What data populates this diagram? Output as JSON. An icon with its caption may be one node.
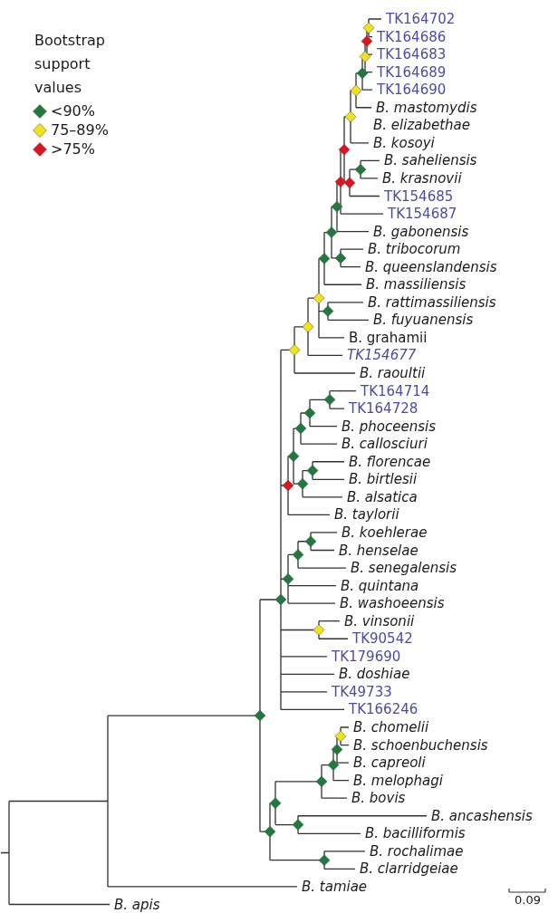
{
  "diagram": {
    "labels": [
      "Bootstrap support values",
      "TK164702",
      "TK164686",
      "TK164683",
      "TK164689",
      "TK164690",
      "B. mastomydis",
      "B. elizabethae",
      "B. kosoyi",
      "B. saheliensis",
      "B. krasnovii",
      "TK154685",
      "TK154687",
      "B. gabonensis",
      "B. tribocorum",
      "B. queenslandensis",
      "B. massiliensis",
      "B. rattimassiliensis",
      "B. fuyuanensis",
      "B. grahamii",
      "TK154677",
      "B. raoultii",
      "TK164714",
      "TK164728",
      "B. phoceensis",
      "B. callosciuri",
      "B. florencae",
      "B. birtlesii",
      "B. alsatica",
      "B. taylorii",
      "B. koehlerae",
      "B. henselae",
      "B. senegalensis",
      "B. quintana",
      "B. washoeensis",
      "B. vinsonii",
      "TK90542",
      "TK179690",
      "B. doshiae",
      "TK49733",
      "TK166246",
      "B. chomelii",
      "B. schoenbuchensis",
      "B. capreoli",
      "B. melophagi",
      "B. bovis",
      "B. ancashensis",
      "B. bacilliformis",
      "B. rochalimae",
      "B. clarridgeiae",
      "B. tamiae",
      "B. apis",
      "0.09"
    ],
    "legend": [
      {
        "text": "<90%",
        "color": "#1e7b3c"
      },
      {
        "text": "75–89%",
        "color": "#f2e21a"
      },
      {
        "text": ">75%",
        "color": "#e0141c"
      }
    ]
  }
}
